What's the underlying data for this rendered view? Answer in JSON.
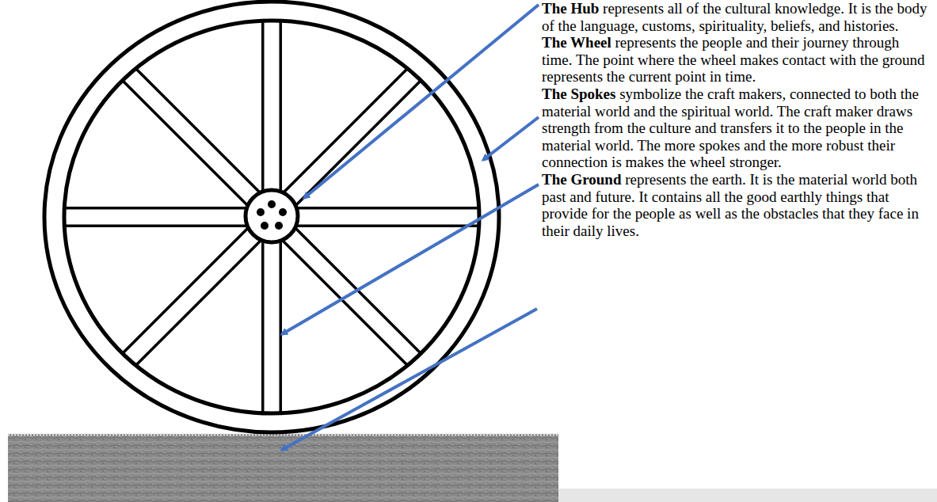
{
  "diagram": {
    "labels": [
      "The Hub",
      "represents all of the cultural knowledge. It is the body of the language, customs, spirituality, beliefs, and histories.",
      "The Wheel",
      "represents the people and their journey through time. The point where the wheel makes contact with the ground represents the current point in time.",
      "The Spokes",
      "symbolize the craft makers, connected to both the material world and the spiritual world. The craft maker draws strength from the culture and transfers it to the people in the material world. The more spokes and the more robust their connection is makes the wheel stronger.",
      "The Ground",
      "represents the earth. It is the material world both past and future. It contains all the good earthly things that provide for the people as well as the obstacles that they face in their daily lives."
    ]
  }
}
